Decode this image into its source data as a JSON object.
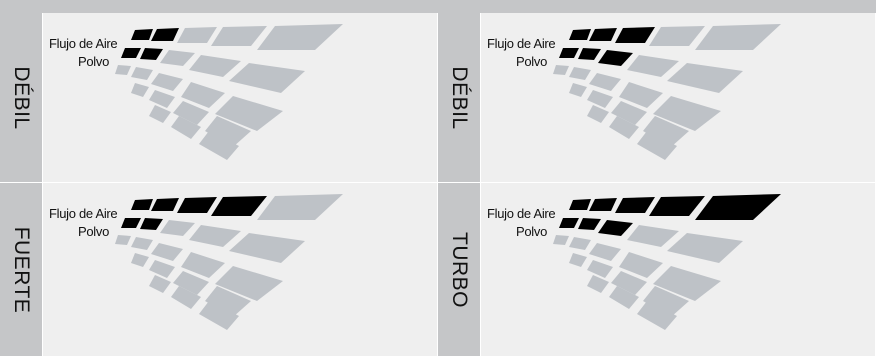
{
  "labels": {
    "airflow": "Flujo de Aire",
    "dust": "Polvo"
  },
  "colors": {
    "active": "#000000",
    "inactive": "#bec2c7",
    "panel_bg": "#efefef",
    "side_bg": "#c5c6c8"
  },
  "panels": [
    {
      "mode": "DÉBIL",
      "airflow_level": 2,
      "dust_level": 2
    },
    {
      "mode": "DÉBIL",
      "airflow_level": 3,
      "dust_level": 3
    },
    {
      "mode": "FUERTE",
      "airflow_level": 4,
      "dust_level": 2
    },
    {
      "mode": "TURBO",
      "airflow_level": 5,
      "dust_level": 3
    }
  ]
}
